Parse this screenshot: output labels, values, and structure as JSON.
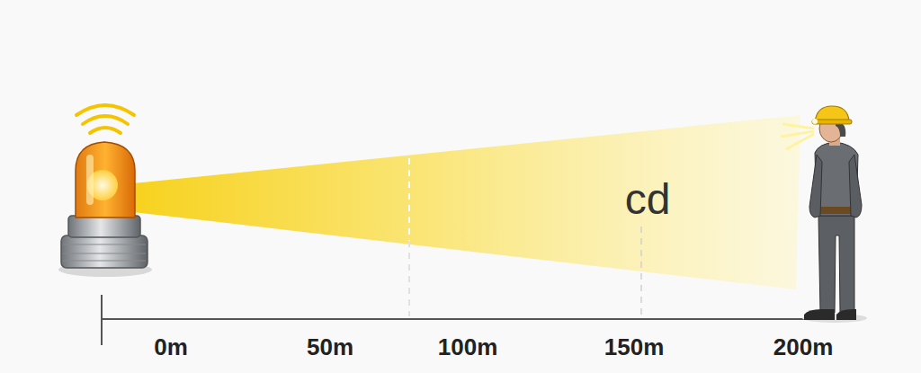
{
  "diagram": {
    "labels": [
      "cd",
      "0m",
      "50m",
      "100m",
      "150m",
      "200m"
    ]
  }
}
